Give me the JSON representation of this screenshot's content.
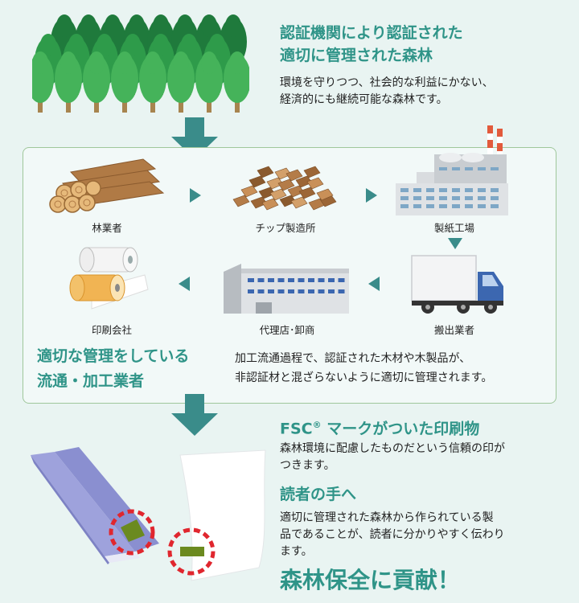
{
  "forest": {
    "title_line1": "認証機関により認証された",
    "title_line2": "適切に管理された森林",
    "desc_line1": "環境を守りつつ、社会的な利益にかない、",
    "desc_line2": "経済的にも継続可能な森林です。"
  },
  "chain": {
    "steps": [
      {
        "label": "林業者",
        "icon": "logs-icon"
      },
      {
        "label": "チップ製造所",
        "icon": "wood-chips-icon"
      },
      {
        "label": "製紙工場",
        "icon": "paper-mill-icon"
      },
      {
        "label": "搬出業者",
        "icon": "truck-icon"
      },
      {
        "label": "代理店･卸商",
        "icon": "warehouse-icon"
      },
      {
        "label": "印刷会社",
        "icon": "paper-rolls-icon"
      }
    ],
    "title_line1": "適切な管理をしている",
    "title_line2": "流通・加工業者",
    "desc_line1": "加工流通過程で、認証された木材や木製品が、",
    "desc_line2": "非認証材と混ざらないように適切に管理されます。"
  },
  "product": {
    "title": "FSC",
    "title_sup": "®",
    "title_rest": " マークがついた印刷物",
    "desc_line1": "森林環境に配慮したものだという信頼の印が",
    "desc_line2": "つきます。",
    "reader_title": "読者の手へ",
    "reader_line1": "適切に管理された森林から作られている製",
    "reader_line2": "品であることが、読者に分かりやすく伝わり",
    "reader_line3": "ます。",
    "conclusion": "森林保全に貢献！"
  },
  "colors": {
    "teal": "#2f9488",
    "arrow": "#3a8c8a",
    "tree_dark": "#1f7a3c",
    "tree_mid": "#2e9b4a",
    "tree_light": "#45b35a",
    "mark_red": "#e0262e",
    "fsc_green": "#6b8a1f"
  }
}
